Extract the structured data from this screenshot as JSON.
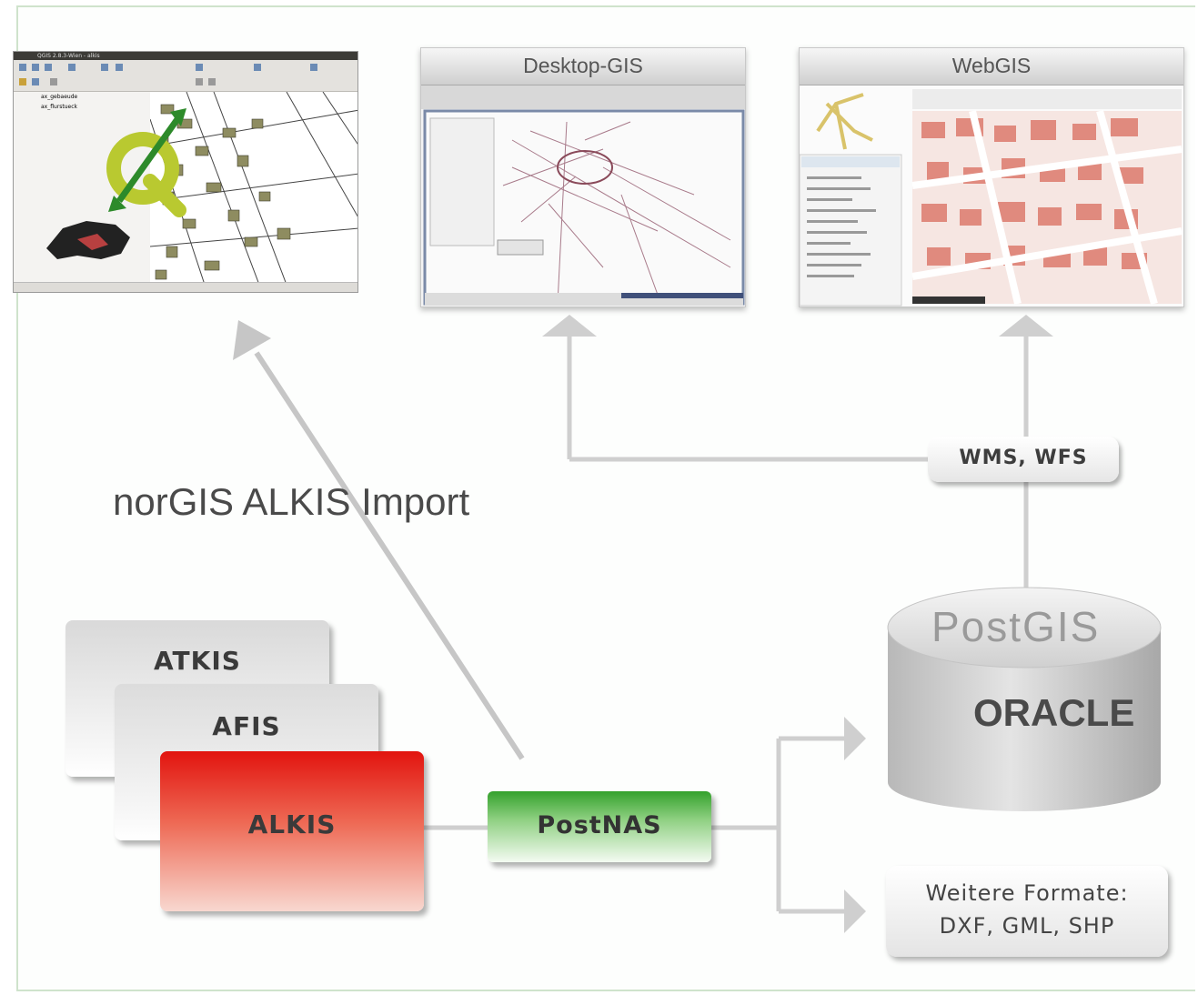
{
  "screens": {
    "qgis_title": "QGIS 2.8.3-Wien - alkis",
    "qgis_layer1": "ax_gebaeude",
    "qgis_layer2": "ax_flurstueck",
    "desktop_title": "Desktop-GIS",
    "webgis_title": "WebGIS"
  },
  "labels": {
    "import": "norGIS ALKIS Import"
  },
  "sources": {
    "atkis": "ATKIS",
    "afis": "AFIS",
    "alkis": "ALKIS"
  },
  "converter": "PostNAS",
  "services": "WMS, WFS",
  "database": {
    "postgis": "PostGIS",
    "oracle": "ORACLE"
  },
  "formats": {
    "line1": "Weitere Formate:",
    "line2": "DXF, GML, SHP"
  },
  "colors": {
    "alkis_red": "#e2140f",
    "postnas_green": "#34a12c",
    "arrow_grey": "#c8c8c8"
  }
}
